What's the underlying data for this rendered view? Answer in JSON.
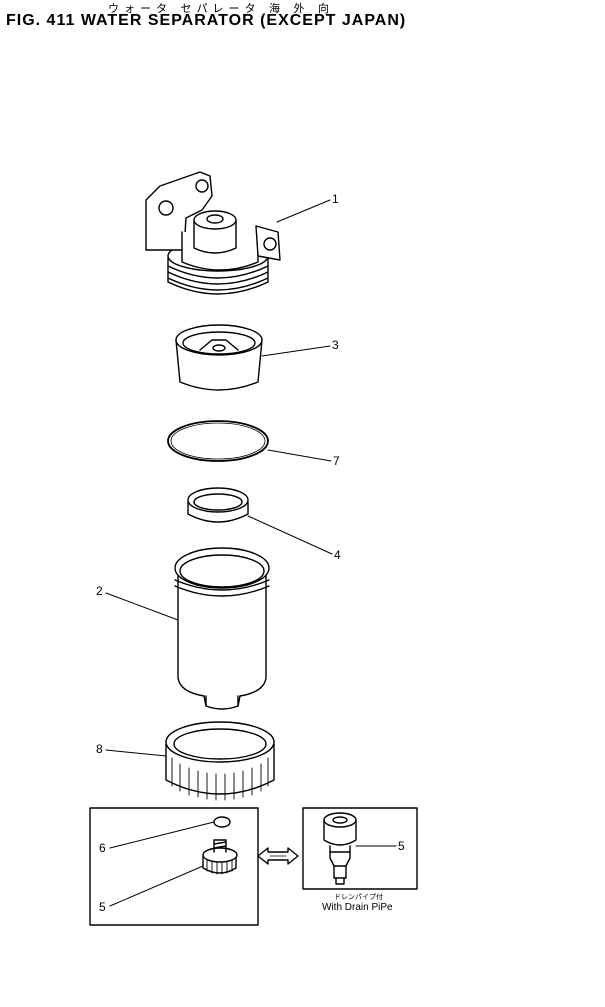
{
  "header": {
    "japanese_title": "ウォータ セパレータ 海 外 向",
    "title": "FIG. 411  WATER SEPARATOR (EXCEPT JAPAN)"
  },
  "callouts": {
    "part_1": "1",
    "part_3": "3",
    "part_7": "7",
    "part_4": "4",
    "part_2": "2",
    "part_8": "8",
    "part_6": "6",
    "part_5_left": "5",
    "part_5_right": "5"
  },
  "inset": {
    "caption_japanese": "ドレンパイプ付",
    "caption": "With Drain PiPe"
  }
}
